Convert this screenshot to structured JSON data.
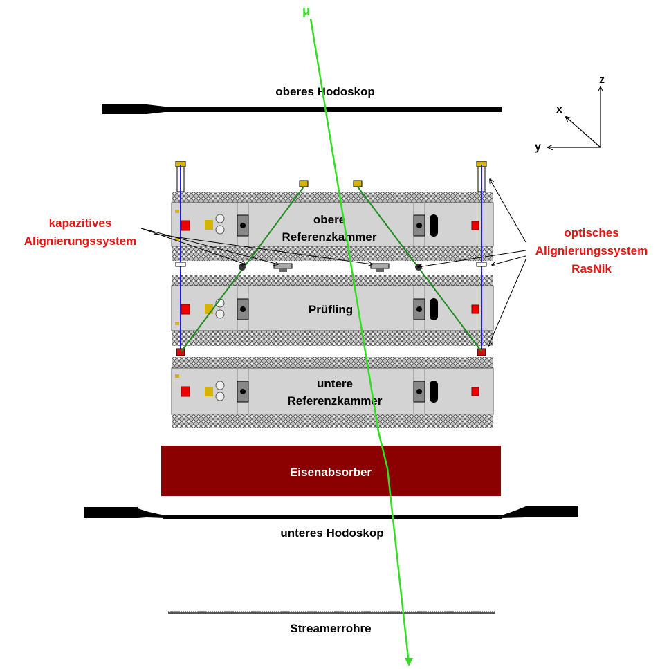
{
  "labels": {
    "muon": "μ",
    "upper_hodoscope": "oberes Hodoskop",
    "lower_hodoscope": "unteres Hodoskop",
    "upper_chamber_line1": "obere",
    "upper_chamber_line2": "Referenzkammer",
    "test_chamber": "Prüfling",
    "lower_chamber_line1": "untere",
    "lower_chamber_line2": "Referenzkammer",
    "iron_absorber": "Eisenabsorber",
    "streamer_tubes": "Streamerrohre",
    "capacitive_line1": "kapazitives",
    "capacitive_line2": "Alignierungssystem",
    "optical_line1": "optisches",
    "optical_line2": "Alignierungssystem",
    "optical_line3": "RasNik",
    "axis_x": "x",
    "axis_y": "y",
    "axis_z": "z"
  },
  "colors": {
    "muon_track": "#33dd22",
    "label_red": "#ee1111",
    "absorber": "#8b0000",
    "chamber_fill": "#d3d3d3",
    "tube_fill": "#bdbdbd",
    "rasnik_blue": "#1a1aee",
    "rasnik_green": "#1e8c1e",
    "hodoscope": "#000000"
  }
}
